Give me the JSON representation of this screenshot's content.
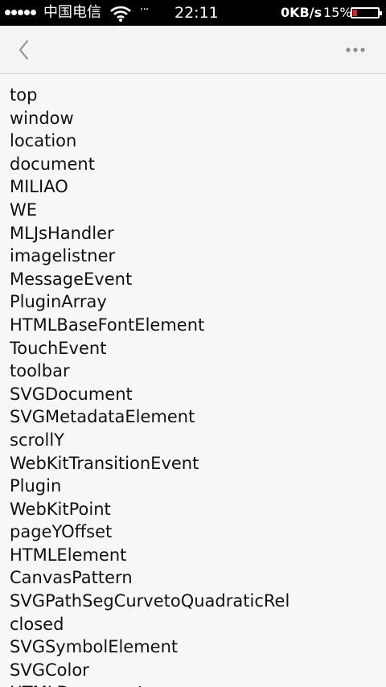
{
  "status_bar": {
    "carrier": "中国电信",
    "more": "···",
    "time": "22:11",
    "net_speed": "0KB/s",
    "battery_percent": "15%",
    "battery_level": 0.15,
    "signal_bars": 5,
    "icons": [
      "wifi-icon",
      "battery-icon"
    ]
  },
  "toolbar": {
    "back_icon": "chevron-left-icon",
    "menu_icon": "more-horizontal-icon"
  },
  "content": {
    "items": [
      "top",
      "window",
      "location",
      "document",
      "MILIAO",
      "WE",
      "MLJsHandler",
      "imagelistner",
      "MessageEvent",
      "PluginArray",
      "HTMLBaseFontElement",
      "TouchEvent",
      "toolbar",
      "SVGDocument",
      "SVGMetadataElement",
      "scrollY",
      "WebKitTransitionEvent",
      "Plugin",
      "WebKitPoint",
      "pageYOffset",
      "HTMLElement",
      "CanvasPattern",
      "SVGPathSegCurvetoQuadraticRel",
      "closed",
      "SVGSymbolElement",
      "SVGColor",
      "HTMLDocument"
    ]
  }
}
